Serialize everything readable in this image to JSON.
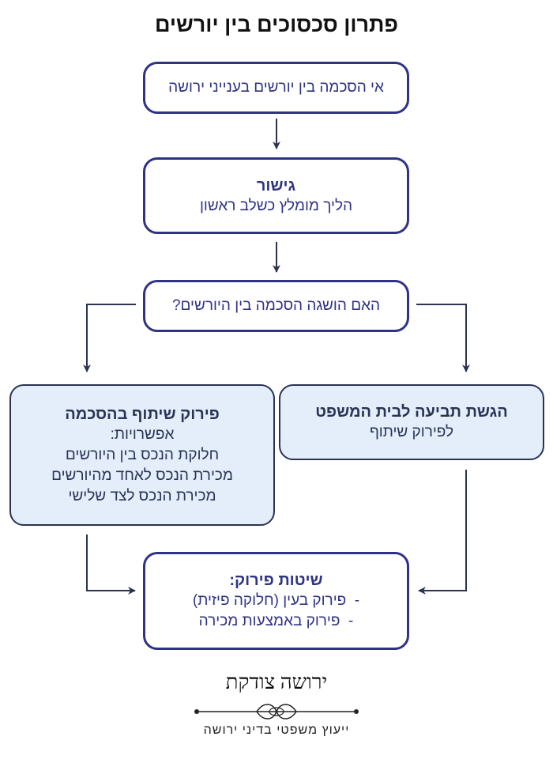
{
  "title": "פתרון סכסוכים בין יורשים",
  "nodes": {
    "disagreement": {
      "text": "אי הסכמה בין יורשים בענייני ירושה"
    },
    "mediation": {
      "head": "גישור",
      "text": "הליך מומלץ כשלב ראשון"
    },
    "question": {
      "text": "האם הושגה הסכמה בין היורשים?"
    },
    "court": {
      "head": "הגשת תביעה לבית המשפט",
      "text": "לפירוק שיתוף"
    },
    "agreement": {
      "head": "פירוק שיתוף בהסכמה",
      "lines": [
        "אפשרויות:",
        "חלוקת הנכס בין היורשים",
        "מכירת הנכס לאחד מהיורשים",
        "מכירת הנכס לצד שלישי"
      ]
    },
    "methods": {
      "head": "שיטות פירוק:",
      "lines": [
        "-  פירוק בעין (חלוקה פיזית)",
        "-  פירוק באמצעות מכירה"
      ]
    }
  },
  "logo": {
    "name": "ירושה צודקת",
    "tagline": "ייעוץ משפטי בדיני ירושה"
  },
  "colors": {
    "box_border": "#2e3384",
    "blue_fill": "#e4eefb",
    "arrow": "#2a3352"
  }
}
